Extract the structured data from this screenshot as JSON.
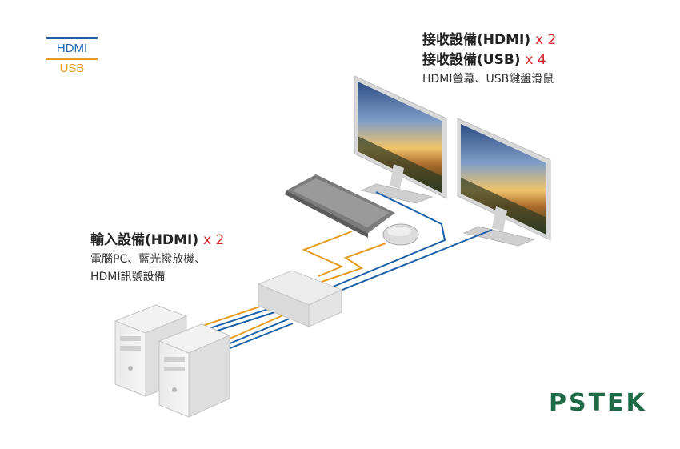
{
  "legend": {
    "hdmi": {
      "label": "HDMI",
      "color": "#1a5fa8"
    },
    "usb": {
      "label": "USB",
      "color": "#e69a1e"
    }
  },
  "receivers": {
    "line1": "接收設備(HDMI)",
    "line1_qty": "x 2",
    "line2": "接收設備(USB)",
    "line2_qty": "x 4",
    "line3": "HDMI螢幕、USB鍵盤滑鼠"
  },
  "inputs": {
    "line1": "輸入設備(HDMI)",
    "line1_qty": "x 2",
    "line2": "電腦PC、藍光撥放機、",
    "line3": "HDMI訊號設備"
  },
  "logo": {
    "text": "PSTEK",
    "color": "#1f6a46"
  }
}
